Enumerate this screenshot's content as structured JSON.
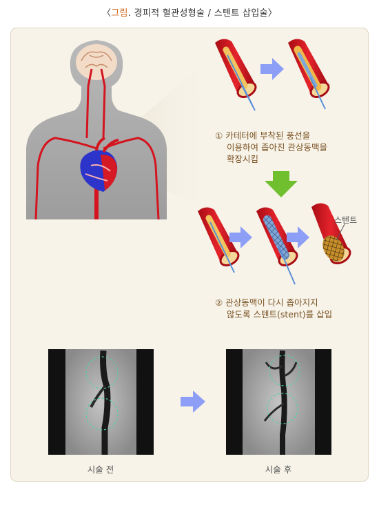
{
  "header": {
    "bracket_open": "〈",
    "accent": "그림",
    "rest": ". 경피적 혈관성형술 / 스텐트 삽입술",
    "bracket_close": "〉"
  },
  "steps": [
    {
      "number": "①",
      "lines": [
        "카테터에 부착된 풍선을",
        "이용하여 좁아진 관상동맥을",
        "확장시킴"
      ]
    },
    {
      "number": "②",
      "lines": [
        "관상동맥이 다시 좁아지지",
        "않도록 스텐트(stent)를 삽입"
      ]
    }
  ],
  "stent_label": "스텐트",
  "photos": [
    {
      "label": "시술 전"
    },
    {
      "label": "시술 후"
    }
  ],
  "colors": {
    "accent": "#d2691e",
    "caption": "#7a5222",
    "artery": "#d4141e",
    "arrow": "#8c9ef5",
    "green_arrow": "#6fbf2e"
  }
}
